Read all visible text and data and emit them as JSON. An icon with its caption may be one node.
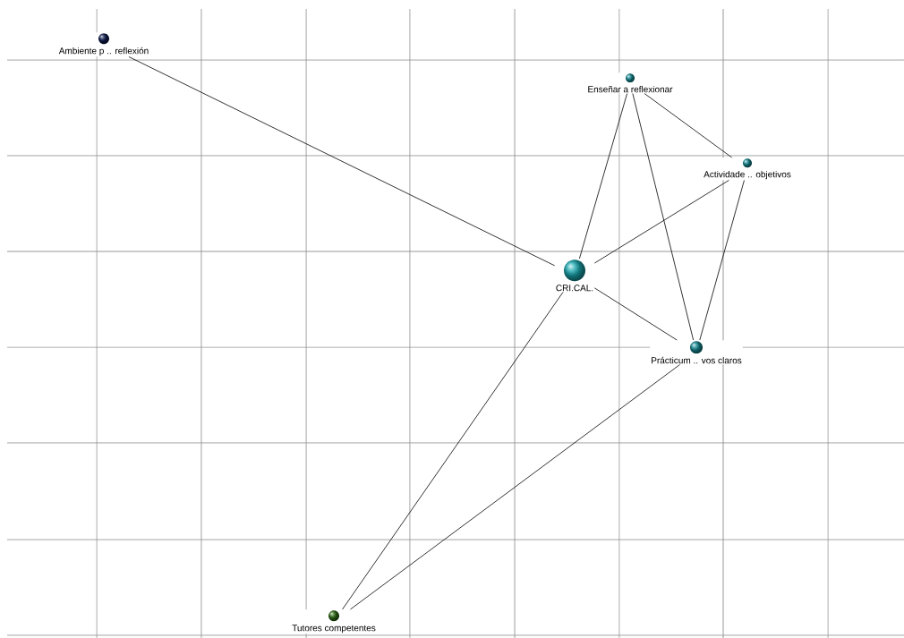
{
  "diagram": {
    "nodes": [
      {
        "text": [
          "Ambiente p ..  reflexión"
        ]
      },
      {
        "text": [
          "Enseñar a reflexionar"
        ]
      },
      {
        "text": [
          "Actividade ..  objetivos"
        ]
      },
      {
        "text": [
          "CRI.CAL."
        ]
      },
      {
        "text": [
          "Prácticum  .. vos claros"
        ]
      },
      {
        "text": [
          "Tutores competentes"
        ]
      }
    ],
    "edges": [
      {
        "from": 0,
        "to": 3,
        "arrow": "none"
      },
      {
        "from": 1,
        "to": 3,
        "arrow": "none"
      },
      {
        "from": 1,
        "to": 4,
        "arrow": "none"
      },
      {
        "from": 1,
        "to": 2,
        "arrow": "none"
      },
      {
        "from": 2,
        "to": 3,
        "arrow": "none"
      },
      {
        "from": 2,
        "to": 4,
        "arrow": "none"
      },
      {
        "from": 3,
        "to": 4,
        "arrow": "none"
      },
      {
        "from": 3,
        "to": 5,
        "arrow": "none"
      },
      {
        "from": 4,
        "to": 5,
        "arrow": "none"
      }
    ]
  }
}
